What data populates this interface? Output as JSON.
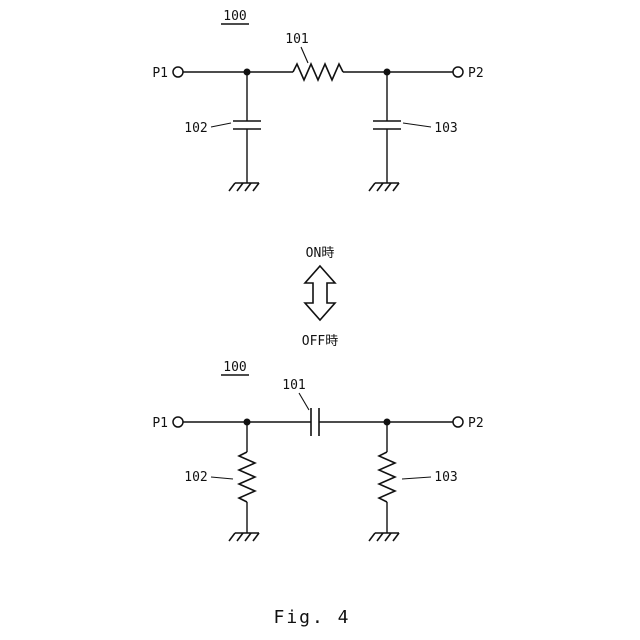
{
  "figure_caption": "Fig. 4",
  "transition": {
    "on_label": "ON時",
    "off_label": "OFF時"
  },
  "on_circuit": {
    "ref_label": "100",
    "terminal_left": "P1",
    "terminal_right": "P2",
    "series_ref": "101",
    "shunt_left_ref": "102",
    "shunt_right_ref": "103"
  },
  "off_circuit": {
    "ref_label": "100",
    "terminal_left": "P1",
    "terminal_right": "P2",
    "series_ref": "101",
    "shunt_left_ref": "102",
    "shunt_right_ref": "103"
  }
}
